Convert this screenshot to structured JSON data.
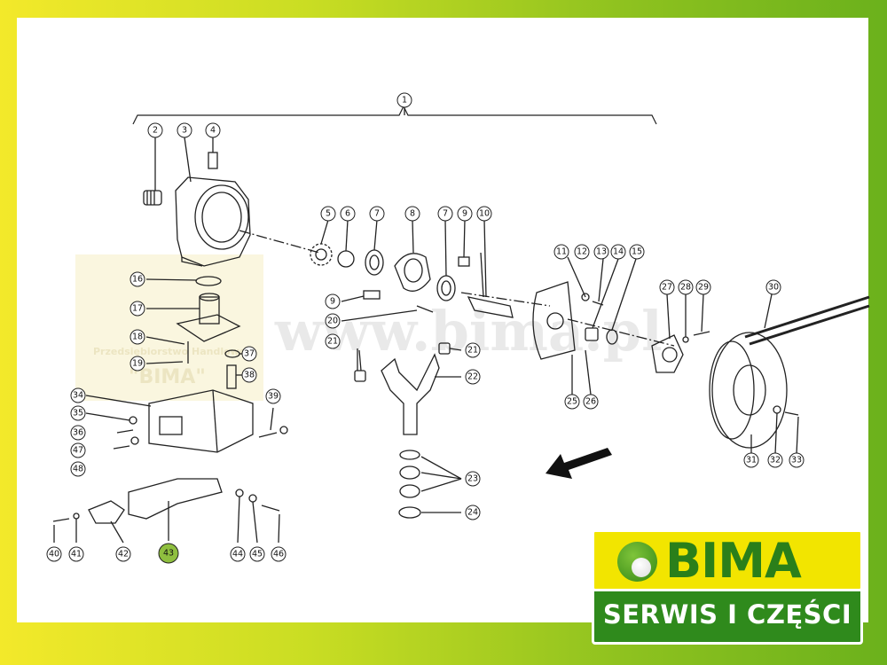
{
  "image_title": "",
  "colors": {
    "frame_left": "#f3e92a",
    "frame_right": "#6bb11c",
    "logo_yellow": "#f2e500",
    "logo_green": "#2f8a1c",
    "highlight_part": "#8fbf3f"
  },
  "watermark": {
    "url_text": "www.bima.pl",
    "company_line": "Przedsiębiorstwo Handlowe",
    "company_name": "\"BIMA\""
  },
  "logo": {
    "brand": "BIMA",
    "tagline": "SERWIS I CZĘŚCI"
  },
  "highlighted_part": "43",
  "part_labels": [
    "1",
    "2",
    "3",
    "4",
    "5",
    "6",
    "7",
    "8",
    "7",
    "9",
    "10",
    "11",
    "12",
    "13",
    "14",
    "15",
    "16",
    "17",
    "18",
    "19",
    "9",
    "20",
    "21",
    "21",
    "22",
    "23",
    "24",
    "25",
    "26",
    "27",
    "28",
    "29",
    "30",
    "31",
    "32",
    "33",
    "34",
    "35",
    "36",
    "37",
    "38",
    "39",
    "40",
    "41",
    "42",
    "43",
    "44",
    "45",
    "46",
    "47",
    "48"
  ],
  "icons": {
    "direction_arrow": "arrow-down-left-icon",
    "logo_ball": "ball-icon"
  }
}
